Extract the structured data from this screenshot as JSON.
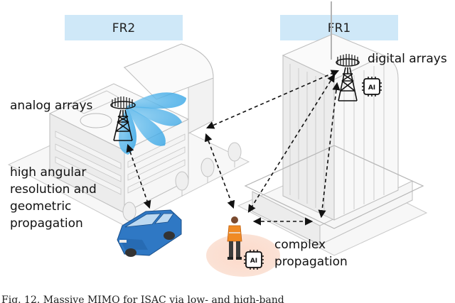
{
  "bands": {
    "fr2": "FR2",
    "fr1": "FR1"
  },
  "labels": {
    "analog_arrays": "analog arrays",
    "digital_arrays": "digital arrays",
    "high_angular_line1": "high angular",
    "high_angular_line2": "resolution and",
    "high_angular_line3": "geometric",
    "high_angular_line4": "propagation",
    "complex_line1": "complex",
    "complex_line2": "propagation"
  },
  "ai_chips": {
    "top": "AI",
    "bottom": "AI"
  },
  "caption": "Fig. 12.   Massive MIMO for ISAC via low- and high-band",
  "colors": {
    "band_box": "#cfe8f8",
    "beam": "#39a8e6",
    "vehicle": "#2f78c4",
    "person_vest": "#f08a24",
    "user_zone": "#fbd6c5"
  },
  "icons": [
    "analog-tower-icon",
    "digital-tower-icon",
    "ai-chip-icon",
    "vehicle-icon",
    "person-icon",
    "tree-icon"
  ]
}
